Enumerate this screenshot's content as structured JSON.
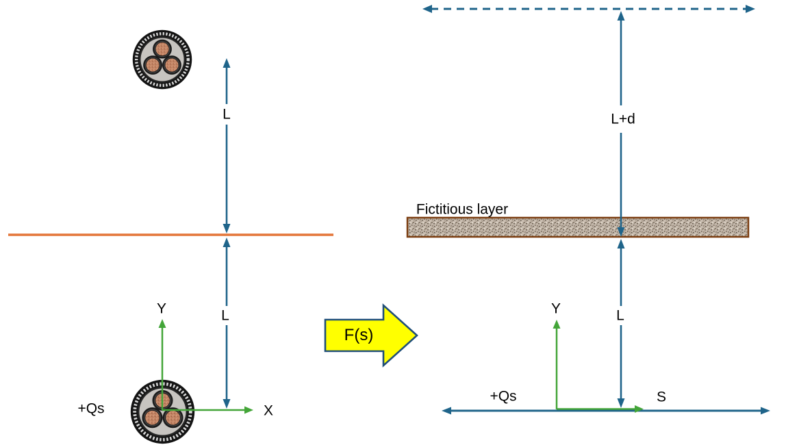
{
  "colors": {
    "teal": "#1f648a",
    "green": "#43a538",
    "orange": "#e4763a",
    "layer-border": "#7c3e11",
    "layer-base": "#c2b6a9",
    "yellow": "#ffff00",
    "navy": "#1f4e79",
    "ink": "#000000",
    "bg": "#ffffff"
  },
  "left": {
    "upper_length_label": "L",
    "lower_length_label": "L",
    "y_axis_label": "Y",
    "x_axis_label": "X",
    "charge_label": "+Qs"
  },
  "transform_arrow": {
    "label": "F(s)"
  },
  "right": {
    "layer_label": "Fictitious layer",
    "upper_length_label": "L+d",
    "lower_length_label": "L",
    "y_axis_label": "Y",
    "s_axis_label": "S",
    "charge_label": "+Qs"
  }
}
